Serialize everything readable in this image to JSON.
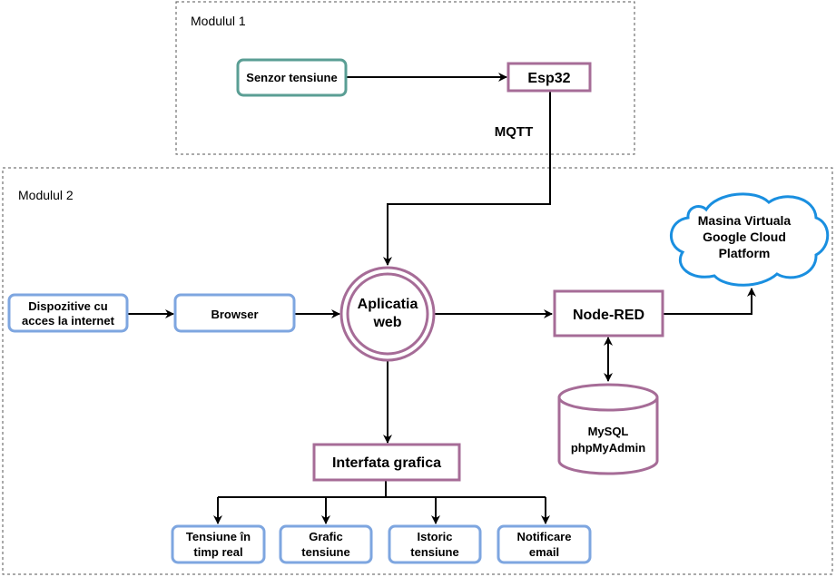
{
  "modules": {
    "module1": {
      "label": "Modulul 1"
    },
    "module2": {
      "label": "Modulul 2"
    }
  },
  "nodes": {
    "voltage_sensor": {
      "label": "Senzor tensiune"
    },
    "esp32": {
      "label": "Esp32"
    },
    "web_app": {
      "line1": "Aplicatia",
      "line2": "web"
    },
    "devices": {
      "line1": "Dispozitive cu",
      "line2": "acces la internet"
    },
    "browser": {
      "label": "Browser"
    },
    "node_red": {
      "label": "Node-RED"
    },
    "cloud_vm": {
      "line1": "Masina Virtuala",
      "line2": "Google Cloud",
      "line3": "Platform"
    },
    "database": {
      "line1": "MySQL",
      "line2": "phpMyAdmin"
    },
    "gui": {
      "label": "Interfata grafica"
    },
    "realtime_voltage": {
      "line1": "Tensiune în",
      "line2": "timp real"
    },
    "voltage_chart": {
      "line1": "Grafic",
      "line2": "tensiune"
    },
    "voltage_history": {
      "line1": "Istoric",
      "line2": "tensiune"
    },
    "email_notification": {
      "line1": "Notificare",
      "line2": "email"
    }
  },
  "edges": {
    "protocol_label": "MQTT"
  },
  "colors": {
    "teal": "#5a9e94",
    "purple": "#a66c97",
    "blue": "#7ea6e0",
    "cloud_stroke": "#1a8fe0",
    "dashed": "#555555"
  }
}
